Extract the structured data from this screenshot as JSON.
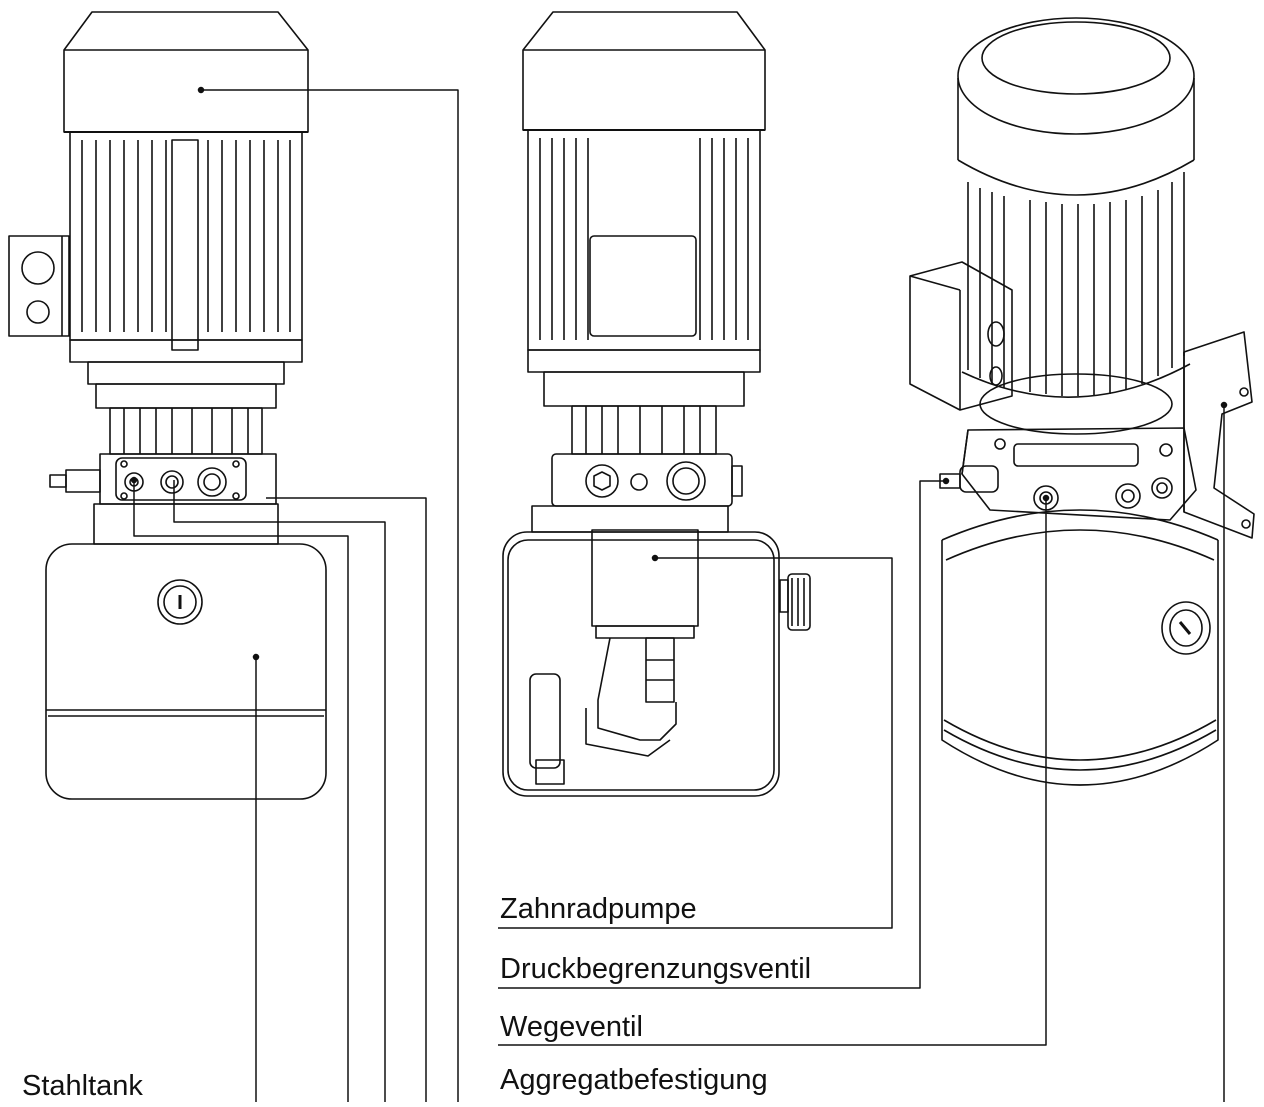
{
  "labels": {
    "zahnradpumpe": "Zahnradpumpe",
    "druckbegrenzungsventil": "Druckbegrenzungsventil",
    "wegeventil": "Wegeventil",
    "aggregatbefestigung": "Aggregatbefestigung",
    "stahltank": "Stahltank"
  }
}
